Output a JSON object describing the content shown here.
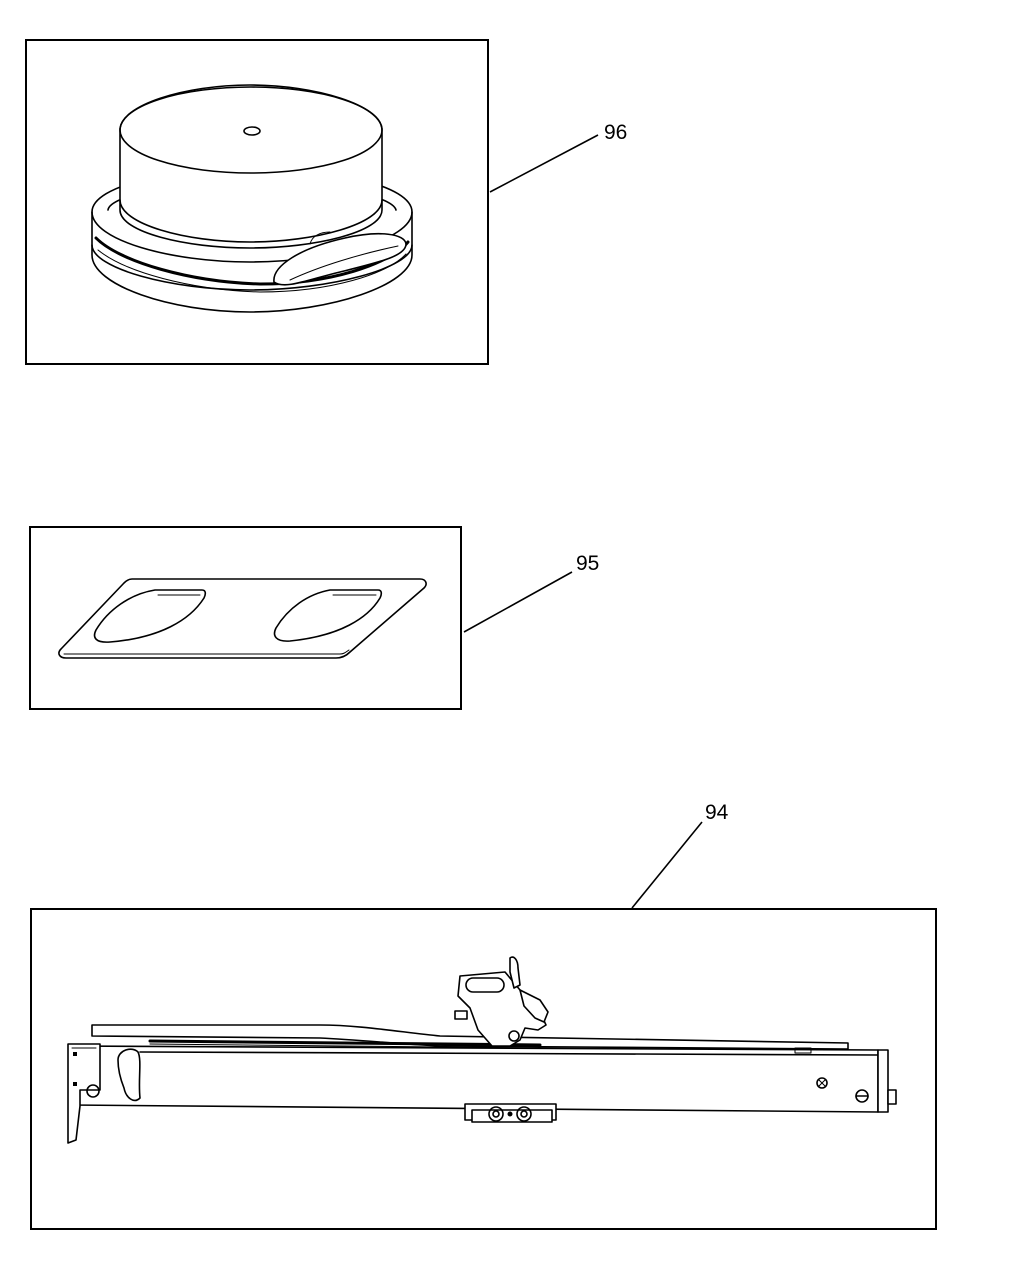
{
  "parts": [
    {
      "id": "part-96",
      "callout": "96"
    },
    {
      "id": "part-95",
      "callout": "95"
    },
    {
      "id": "part-94",
      "callout": "94"
    }
  ]
}
